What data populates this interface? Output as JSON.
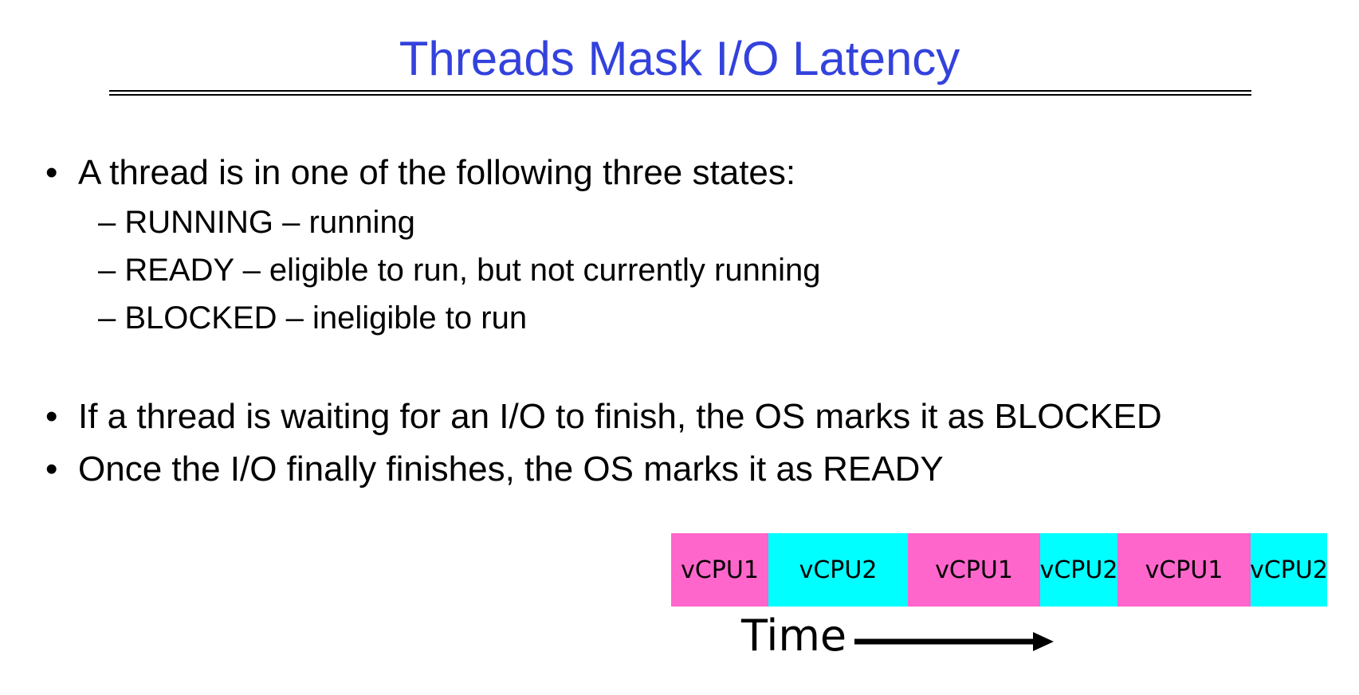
{
  "title": "Threads Mask I/O Latency",
  "bullets": [
    {
      "marker": "•",
      "text": "A thread is in one of the following three states:",
      "subitems": [
        "– RUNNING – running",
        "– READY – eligible to run, but not currently running",
        "– BLOCKED – ineligible to run"
      ]
    },
    {
      "marker": "•",
      "text": "If a thread is waiting for an I/O to finish, the OS marks it as BLOCKED"
    },
    {
      "marker": "•",
      "text": "Once the I/O finally finishes, the OS marks it as READY"
    }
  ],
  "timeline": {
    "segments": [
      {
        "label": "vCPU1",
        "color": "#ff66cc"
      },
      {
        "label": "vCPU2",
        "color": "#00ffff"
      },
      {
        "label": "vCPU1",
        "color": "#ff66cc"
      },
      {
        "label": "vCPU2",
        "color": "#00ffff"
      },
      {
        "label": "vCPU1",
        "color": "#ff66cc"
      },
      {
        "label": "vCPU2",
        "color": "#00ffff"
      }
    ],
    "axis_label": "Time",
    "arrow_icon": "right-arrow-icon"
  },
  "colors": {
    "title": "#3342dc",
    "vcpu1": "#ff66cc",
    "vcpu2": "#00ffff"
  }
}
